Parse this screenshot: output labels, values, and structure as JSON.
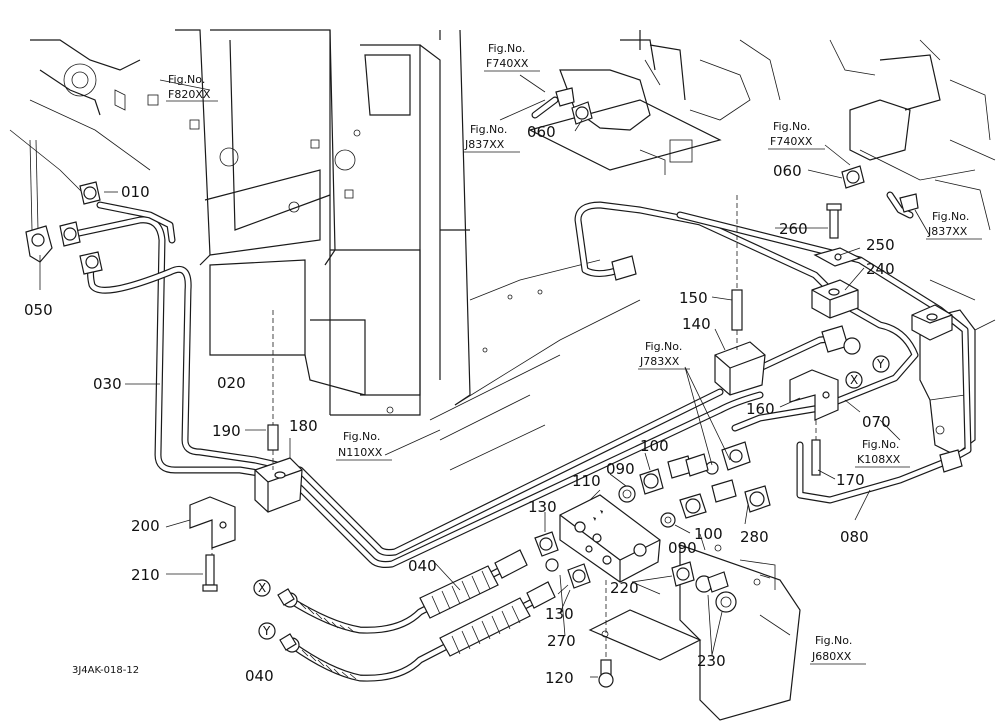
{
  "diagram_code": "3J4AK-018-12",
  "parts": [
    "010",
    "020",
    "030",
    "040",
    "040",
    "050",
    "060",
    "060",
    "070",
    "080",
    "090",
    "090",
    "100",
    "100",
    "110",
    "120",
    "130",
    "130",
    "140",
    "150",
    "160",
    "170",
    "180",
    "190",
    "200",
    "210",
    "220",
    "230",
    "240",
    "250",
    "260",
    "270",
    "280"
  ],
  "labels": {
    "p010": "010",
    "p020": "020",
    "p030": "030",
    "p040a": "040",
    "p040b": "040",
    "p050": "050",
    "p060a": "060",
    "p060b": "060",
    "p070": "070",
    "p080": "080",
    "p090a": "090",
    "p090b": "090",
    "p100a": "100",
    "p100b": "100",
    "p110": "110",
    "p120": "120",
    "p130a": "130",
    "p130b": "130",
    "p140": "140",
    "p150": "150",
    "p160": "160",
    "p170": "170",
    "p180": "180",
    "p190": "190",
    "p200": "200",
    "p210": "210",
    "p220": "220",
    "p230": "230",
    "p240": "240",
    "p250": "250",
    "p260": "260",
    "p270": "270",
    "p280": "280"
  },
  "refs": {
    "f820": {
      "fig": "Fig.No.",
      "code": "F820XX"
    },
    "f740a": {
      "fig": "Fig.No.",
      "code": "F740XX"
    },
    "j837a": {
      "fig": "Fig.No.",
      "code": "J837XX"
    },
    "f740b": {
      "fig": "Fig.No.",
      "code": "F740XX"
    },
    "j837b": {
      "fig": "Fig.No.",
      "code": "J837XX"
    },
    "j783": {
      "fig": "Fig.No.",
      "code": "J783XX"
    },
    "n110": {
      "fig": "Fig.No.",
      "code": "N110XX"
    },
    "k108": {
      "fig": "Fig.No.",
      "code": "K108XX"
    },
    "j680": {
      "fig": "Fig.No.",
      "code": "J680XX"
    }
  },
  "markers": {
    "x1": "X",
    "y1": "Y",
    "x2": "X",
    "y2": "Y"
  }
}
